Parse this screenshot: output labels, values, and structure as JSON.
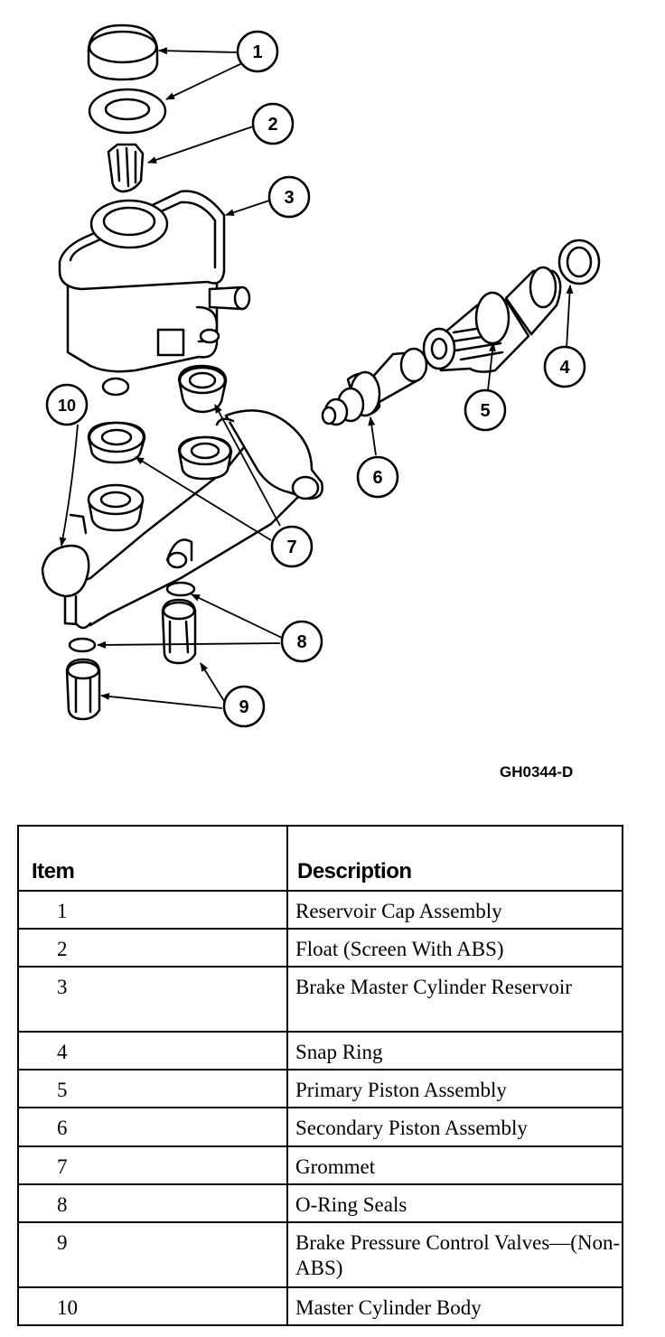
{
  "figure_code": "GH0344-D",
  "callouts": [
    "1",
    "2",
    "3",
    "4",
    "5",
    "6",
    "7",
    "8",
    "9",
    "10"
  ],
  "table": {
    "headers": {
      "item": "Item",
      "description": "Description"
    },
    "rows": [
      {
        "item": "1",
        "description": "Reservoir Cap Assembly",
        "lines": 1
      },
      {
        "item": "2",
        "description": "Float (Screen With ABS)",
        "lines": 1
      },
      {
        "item": "3",
        "description": "Brake Master Cylinder Reservoir",
        "lines": 2
      },
      {
        "item": "4",
        "description": "Snap Ring",
        "lines": 1
      },
      {
        "item": "5",
        "description": "Primary Piston Assembly",
        "lines": 1
      },
      {
        "item": "6",
        "description": "Secondary Piston Assembly",
        "lines": 1
      },
      {
        "item": "7",
        "description": "Grommet",
        "lines": 1
      },
      {
        "item": "8",
        "description": "O-Ring Seals",
        "lines": 1
      },
      {
        "item": "9",
        "description": "Brake Pressure Control Valves—(Non-ABS)",
        "lines": 2
      },
      {
        "item": "10",
        "description": "Master Cylinder Body",
        "lines": 1
      }
    ]
  }
}
